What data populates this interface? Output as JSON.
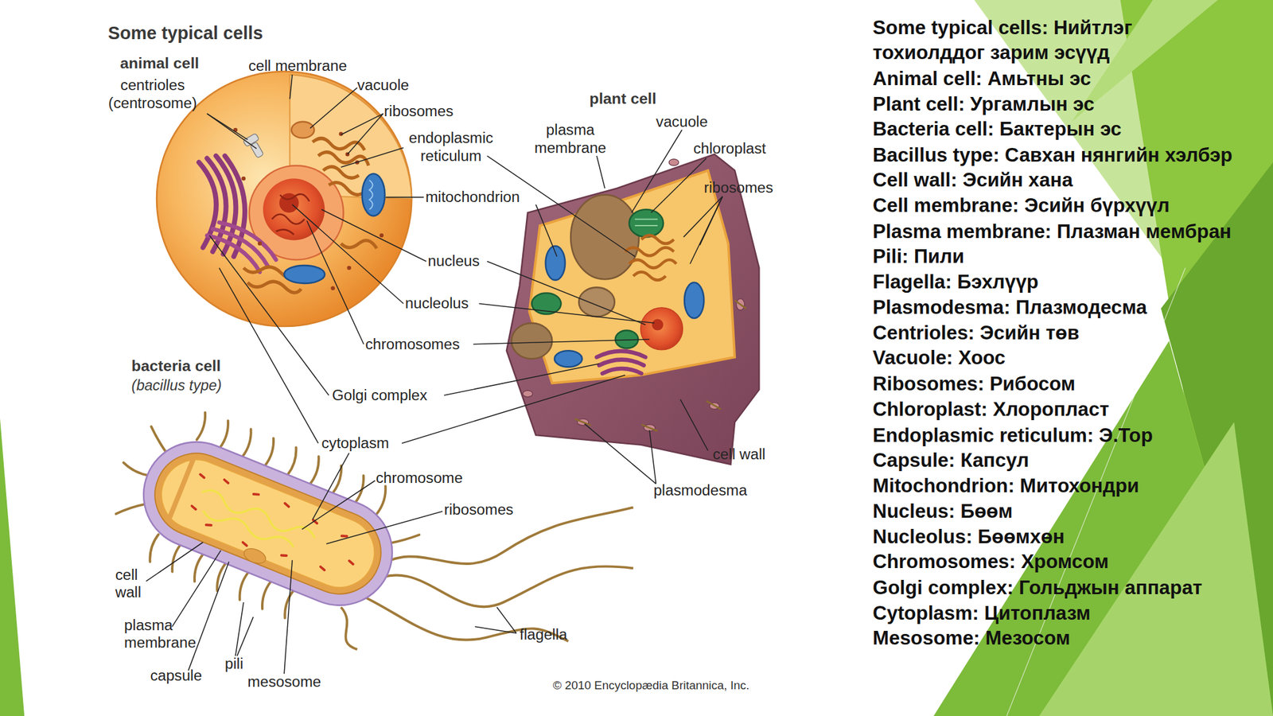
{
  "diagram": {
    "title": "Some typical cells",
    "labels": [
      "animal cell",
      "centrioles (centrosome)",
      "cell membrane",
      "vacuole",
      "ribosomes",
      "endoplasmic reticulum",
      "mitochondrion",
      "nucleus",
      "nucleolus",
      "chromosomes",
      "Golgi complex",
      "cytoplasm",
      "plant cell",
      "plasma membrane",
      "vacuole",
      "chloroplast",
      "ribosomes",
      "cell wall",
      "plasmodesma",
      "bacteria cell",
      "(bacillus type)",
      "chromosome",
      "ribosomes",
      "cell wall",
      "plasma membrane",
      "capsule",
      "pili",
      "mesosome",
      "flagella",
      "© 2010 Encyclopædia Britannica, Inc.",
      "Some typical cells: Нийтлэг тохиолддог зарим эсүүд",
      "Animal cell: Амьтны эс",
      "Plant cell: Ургамлын эс",
      "Bacteria cell: Бактерын эс",
      "Bacillus type: Савхан нянгийн хэлбэр",
      "Cell wall: Эсийн хана",
      "Cell membrane: Эсийн бүрхүүл",
      "Plasma membrane: Плазман мембран",
      "Pili: Пили",
      "Flagella: Бэхлүүр",
      "Plasmodesma: Плазмодесма",
      "Centrioles: Эсийн төв",
      "Vacuole: Хоос",
      "Ribosomes: Рибосом",
      "Chloroplast: Хлоропласт",
      "Endoplasmic reticulum: Э.Тор",
      "Capsule: Капсул",
      "Mitochondrion: Митохондри",
      "Nucleus: Бөөм",
      "Nucleolus: Бөөмхөн",
      "Chromosomes: Хромсом",
      "Golgi complex: Гольджын аппарат",
      "Cytoplasm: Цитоплазм",
      "Mesosome: Мезосом"
    ]
  }
}
